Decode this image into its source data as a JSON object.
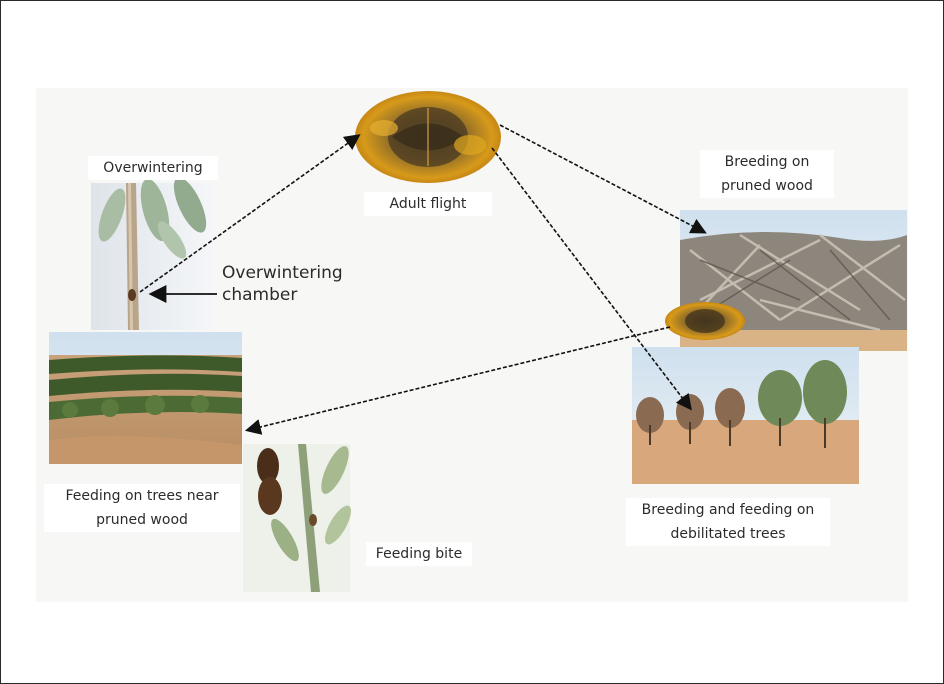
{
  "labels": {
    "overwintering": "Overwintering",
    "adult_flight": "Adult flight",
    "breeding_pruned_wood": [
      "Breeding on",
      "pruned wood"
    ],
    "overwintering_chamber": [
      "Overwintering",
      "chamber"
    ],
    "feeding_near_pruned": [
      "Feeding on trees near",
      "pruned wood"
    ],
    "feeding_bite": "Feeding bite",
    "breeding_feeding_debilitated": [
      "Breeding and feeding on",
      "debilitated trees"
    ]
  },
  "images": {
    "beetle_adult": "bark beetle (adult, top view)",
    "twig_overwintering": "olive twig with overwintering chamber",
    "pruned_wood_pile": "pile of pruned olive wood",
    "beetle_small": "bark beetle (adult, small)",
    "olive_grove": "olive grove rows",
    "twig_feeding": "olive twig with feeding bite and beetles",
    "debilitated_trees": "debilitated olive trees in field"
  },
  "colors": {
    "arrow": "#111111",
    "frame": "#2a2a2a"
  }
}
